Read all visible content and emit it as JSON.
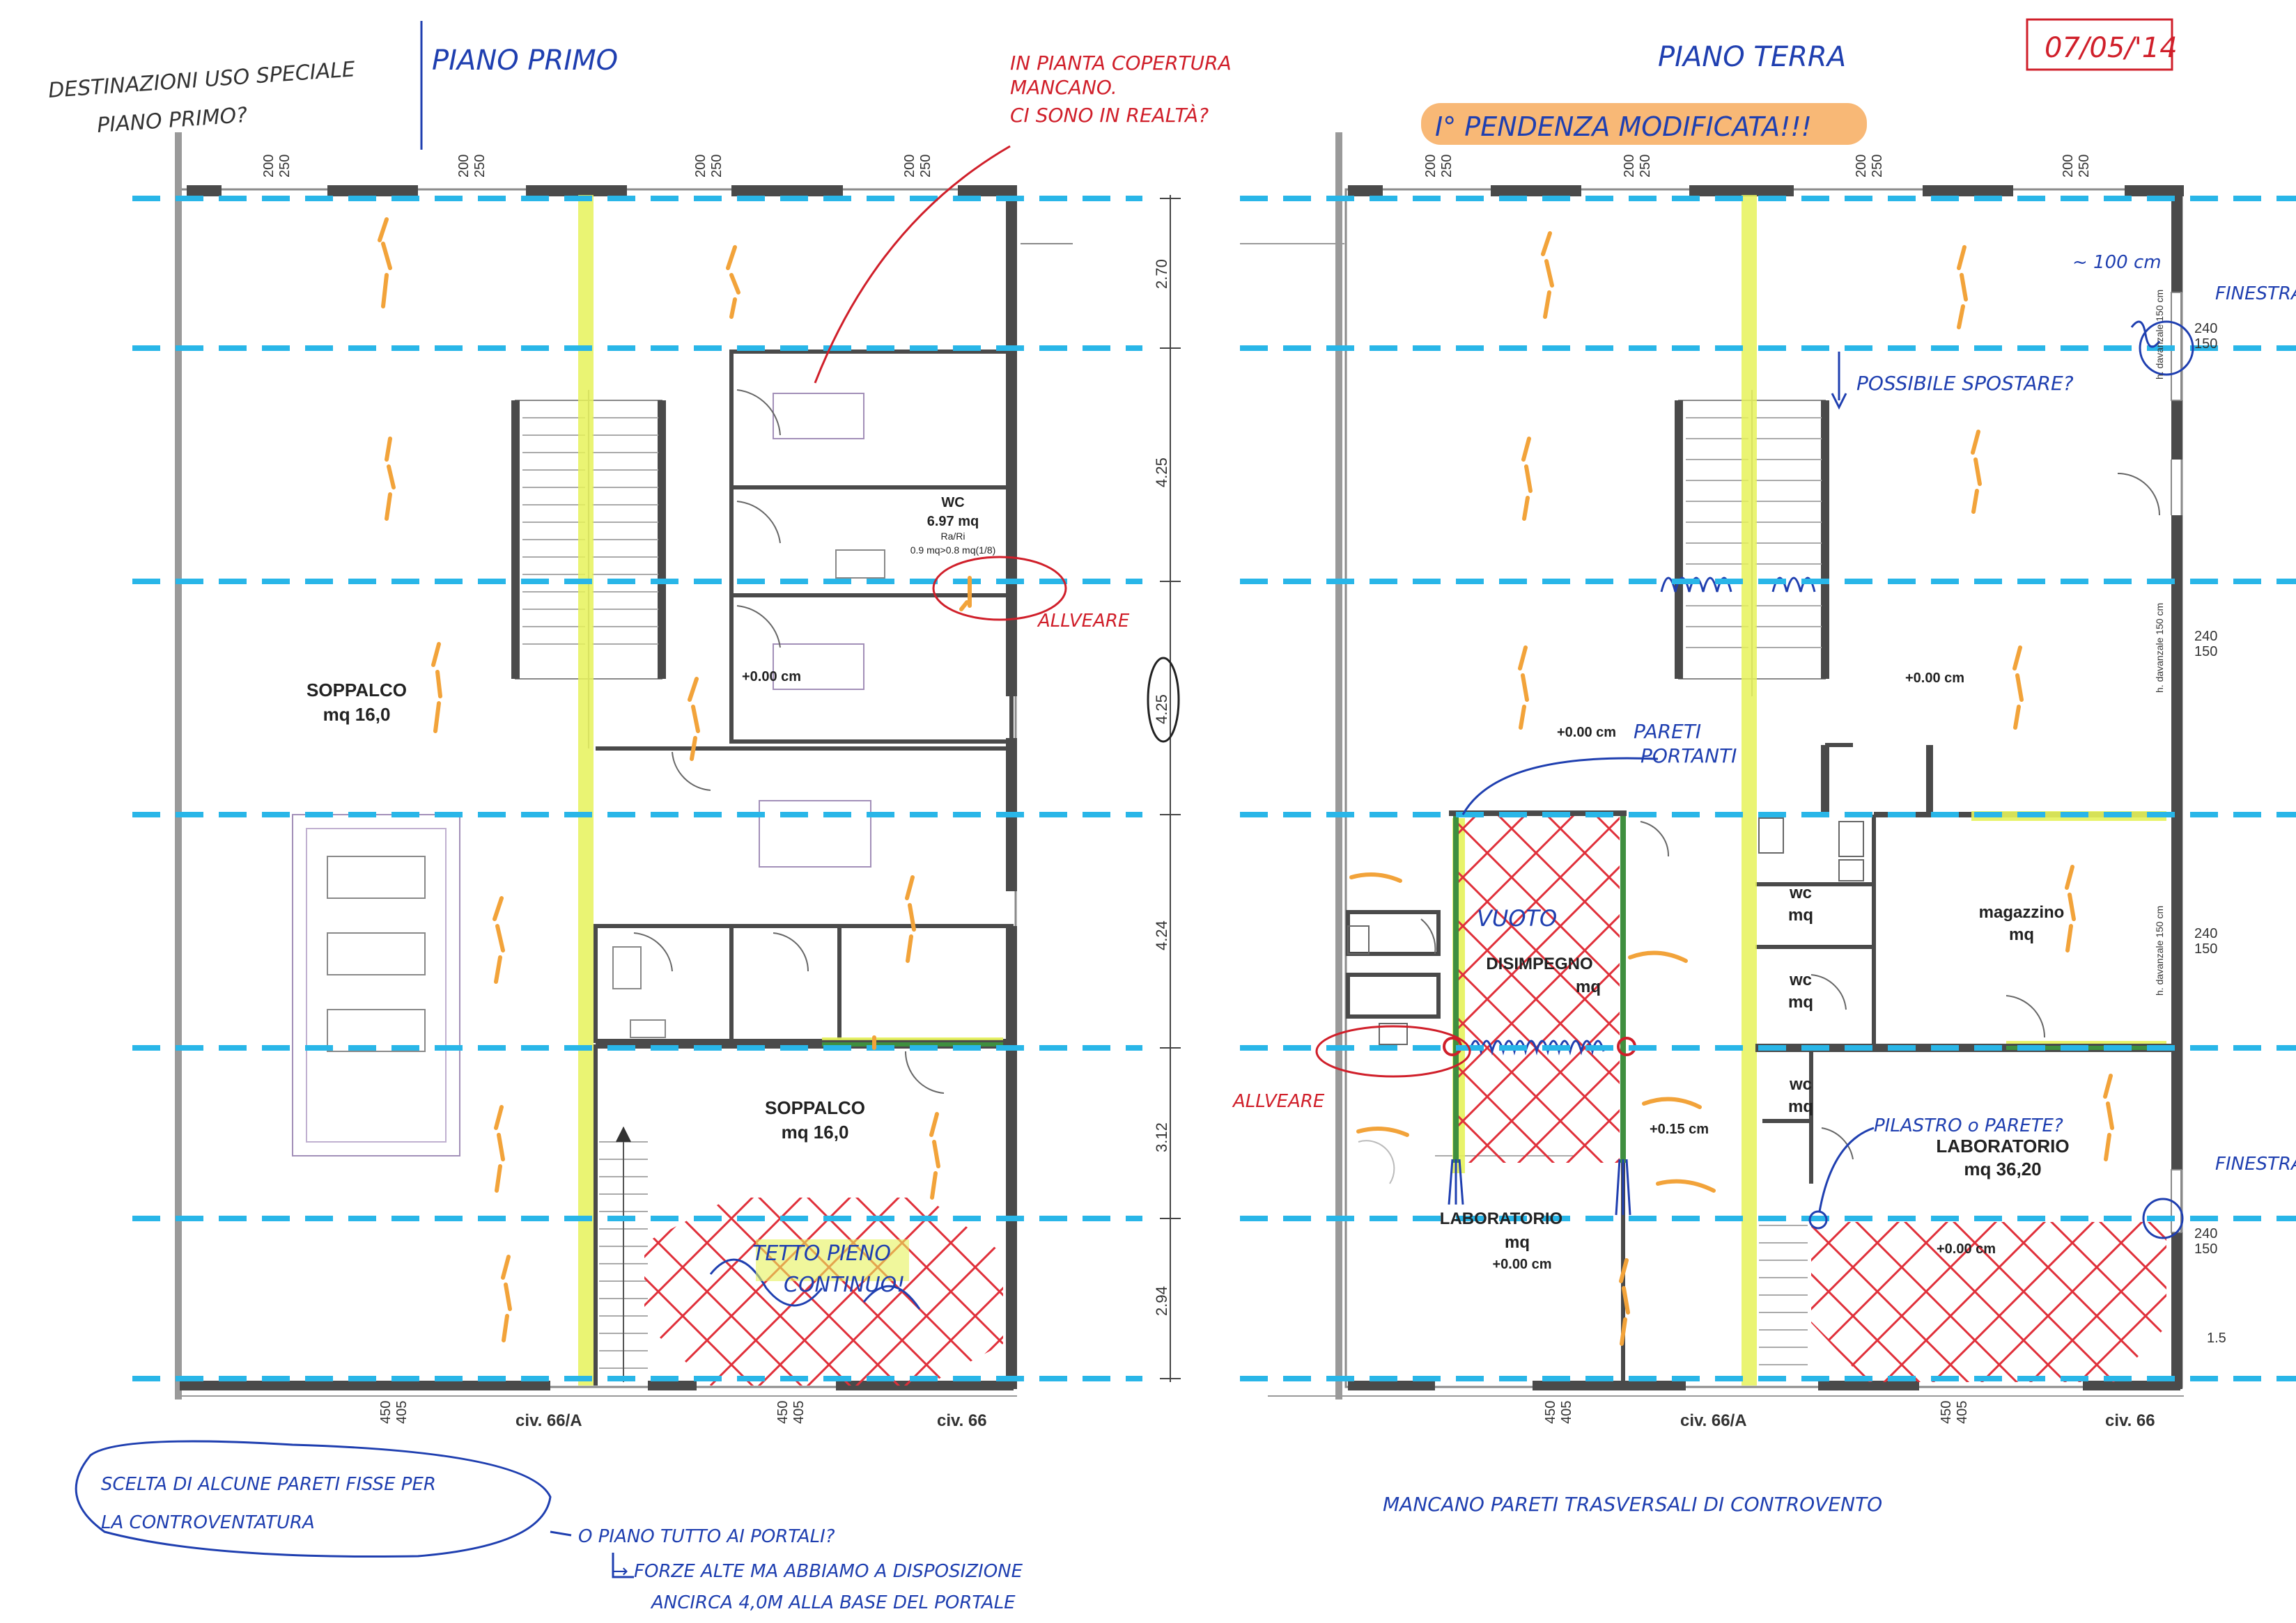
{
  "colors": {
    "wall": "#4a4a4a",
    "axis_dash": "#29b6e8",
    "yellow": "#e6f25a",
    "orange": "#f2a33a",
    "orange_band": "#f59a3c",
    "red_ink": "#d01f2a",
    "blue_ink": "#1f3fb0",
    "hatch": "#e0303a",
    "green": "#3f8f3f"
  },
  "date_stamp": "07/05/'14",
  "notes": {
    "top_left_1": "DESTINAZIONI USO SPECIALE",
    "top_left_2": "PIANO PRIMO?",
    "red_top": [
      "IN PIANTA COPERTURA",
      "MANCANO.",
      "CI SONO IN REALTÀ?"
    ],
    "allveare_1": "ALLVEARE",
    "allveare_2": "ALLVEARE",
    "tetto": [
      "TETTO PIENO",
      "CONTINUO!"
    ],
    "pendenza": "I° PENDENZA MODIFICATA!!!",
    "possibile": "POSSIBILE SPOSTARE?",
    "cm100": "~ 100 cm",
    "finestra_1": "FINESTRA",
    "finestra_2": "FINESTRA",
    "pareti": [
      "PARETI",
      "PORTANTI"
    ],
    "vuoto": "VUOTO",
    "pilastro": "PILASTRO o PARETE?",
    "scelta": [
      "SCELTA DI ALCUNE PARETI FISSE PER",
      "LA CONTROVENTATURA"
    ],
    "portali": [
      "O PIANO TUTTO AI PORTALI?",
      "→ FORZE ALTE MA ABBIAMO A DISPOSIZIONE",
      "ANCIRCA 4,0M ALLA BASE DEL PORTALE"
    ],
    "mancano": "MANCANO PARETI TRASVERSALI DI CONTROVENTO"
  },
  "plan_left": {
    "title": "PIANO PRIMO",
    "wc": {
      "label": "WC",
      "area": "6.97 mq",
      "rari": "Ra/Ri",
      "ratio": "0.9 mq>0.8 mq(1/8)"
    },
    "level_wc": "+0.00 cm",
    "soppalco_1": {
      "name": "SOPPALCO",
      "area": "mq 16,0"
    },
    "soppalco_2": {
      "name": "SOPPALCO",
      "area": "mq 16,0"
    },
    "civ_a": "civ. 66/A",
    "civ": "civ. 66",
    "top_dims": [
      [
        "200",
        "250"
      ],
      [
        "200",
        "250"
      ],
      [
        "200",
        "250"
      ],
      [
        "200",
        "250"
      ]
    ],
    "bottom_dims": [
      [
        "450",
        "405"
      ],
      [
        "450",
        "405"
      ]
    ]
  },
  "plan_right": {
    "title": "PIANO TERRA",
    "level_center": "+0.00 cm",
    "level_disimpegno": "+0.00 cm",
    "disimpegno": {
      "name": "DISIMPEGNO",
      "area": "mq"
    },
    "wc1": {
      "name": "wc",
      "area": "mq"
    },
    "wc2": {
      "name": "wc",
      "area": "mq"
    },
    "wc3": {
      "name": "wc",
      "area": "mq"
    },
    "magazzino": {
      "name": "magazzino",
      "area": "mq"
    },
    "laboratorio_1": {
      "name": "LABORATORIO",
      "area": "mq",
      "level": "+0.00 cm"
    },
    "laboratorio_2": {
      "name": "LABORATORIO",
      "area": "mq  36,20"
    },
    "level_015": "+0.15 cm",
    "level_hatch": "+0.00 cm",
    "window_dims": [
      [
        "240",
        "150"
      ],
      [
        "240",
        "150"
      ],
      [
        "240",
        "150"
      ],
      [
        "240",
        "150"
      ]
    ],
    "davanzale": "h. davanzale 150 cm",
    "edge_dim": "1.5",
    "civ_a": "civ. 66/A",
    "civ": "civ. 66",
    "top_dims": [
      [
        "200",
        "250"
      ],
      [
        "200",
        "250"
      ],
      [
        "200",
        "250"
      ],
      [
        "200",
        "250"
      ]
    ],
    "bottom_dims": [
      [
        "450",
        "405"
      ],
      [
        "450",
        "405"
      ]
    ]
  },
  "vertical_dims": [
    "2.70",
    "4.25",
    "4.25",
    "4.24",
    "3.12",
    "2.94"
  ]
}
